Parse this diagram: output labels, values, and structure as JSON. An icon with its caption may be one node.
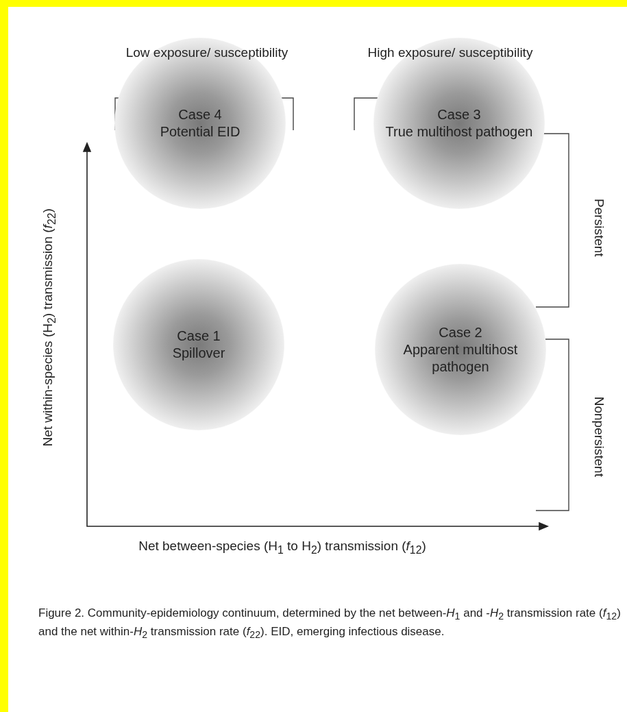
{
  "diagram": {
    "caption": "Figure 2. Community-epidemiology continuum, determined by the net between-*H*$_{1}$ and -*H*$_{2}$ transmission rate (*f*$_{12}$) and the net within-*H*$_{2}$ transmission rate (*f*$_{22}$). EID, emerging infectious disease.",
    "nodes": [
      {
        "text": [
          "Case 4",
          "Potential EID"
        ]
      },
      {
        "text": [
          "Case 3",
          "True multihost pathogen"
        ]
      },
      {
        "text": [
          "Case 1",
          "Spillover"
        ]
      },
      {
        "text": [
          "Case 2",
          "Apparent multihost pathogen"
        ]
      }
    ],
    "labels": [
      "Low exposure/ susceptibility",
      "High exposure/ susceptibility",
      "Persistent",
      "Nonpersistent",
      "Net within-species (H$_{2}$) transmission (*f*$_{22}$)",
      "Net between-species (H$_{1}$ to H$_{2}$) transmission (*f*$_{12}$)"
    ]
  }
}
